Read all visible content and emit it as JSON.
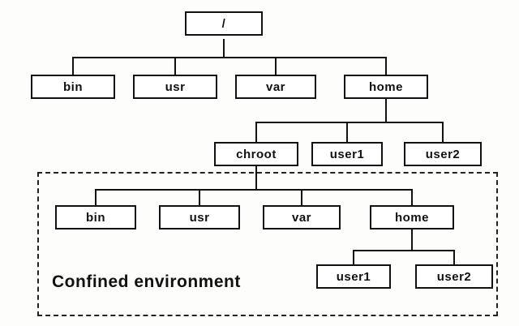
{
  "tree": {
    "root": "/",
    "level1": [
      "bin",
      "usr",
      "var",
      "home"
    ],
    "level2": [
      "chroot",
      "user1",
      "user2"
    ],
    "level3": [
      "bin",
      "usr",
      "var",
      "home"
    ],
    "level4": [
      "user1",
      "user2"
    ]
  },
  "confined": {
    "label": "Confined environment"
  },
  "colors": {
    "line": "#111111",
    "box_border": "#111111",
    "background": "#fdfdfc"
  }
}
